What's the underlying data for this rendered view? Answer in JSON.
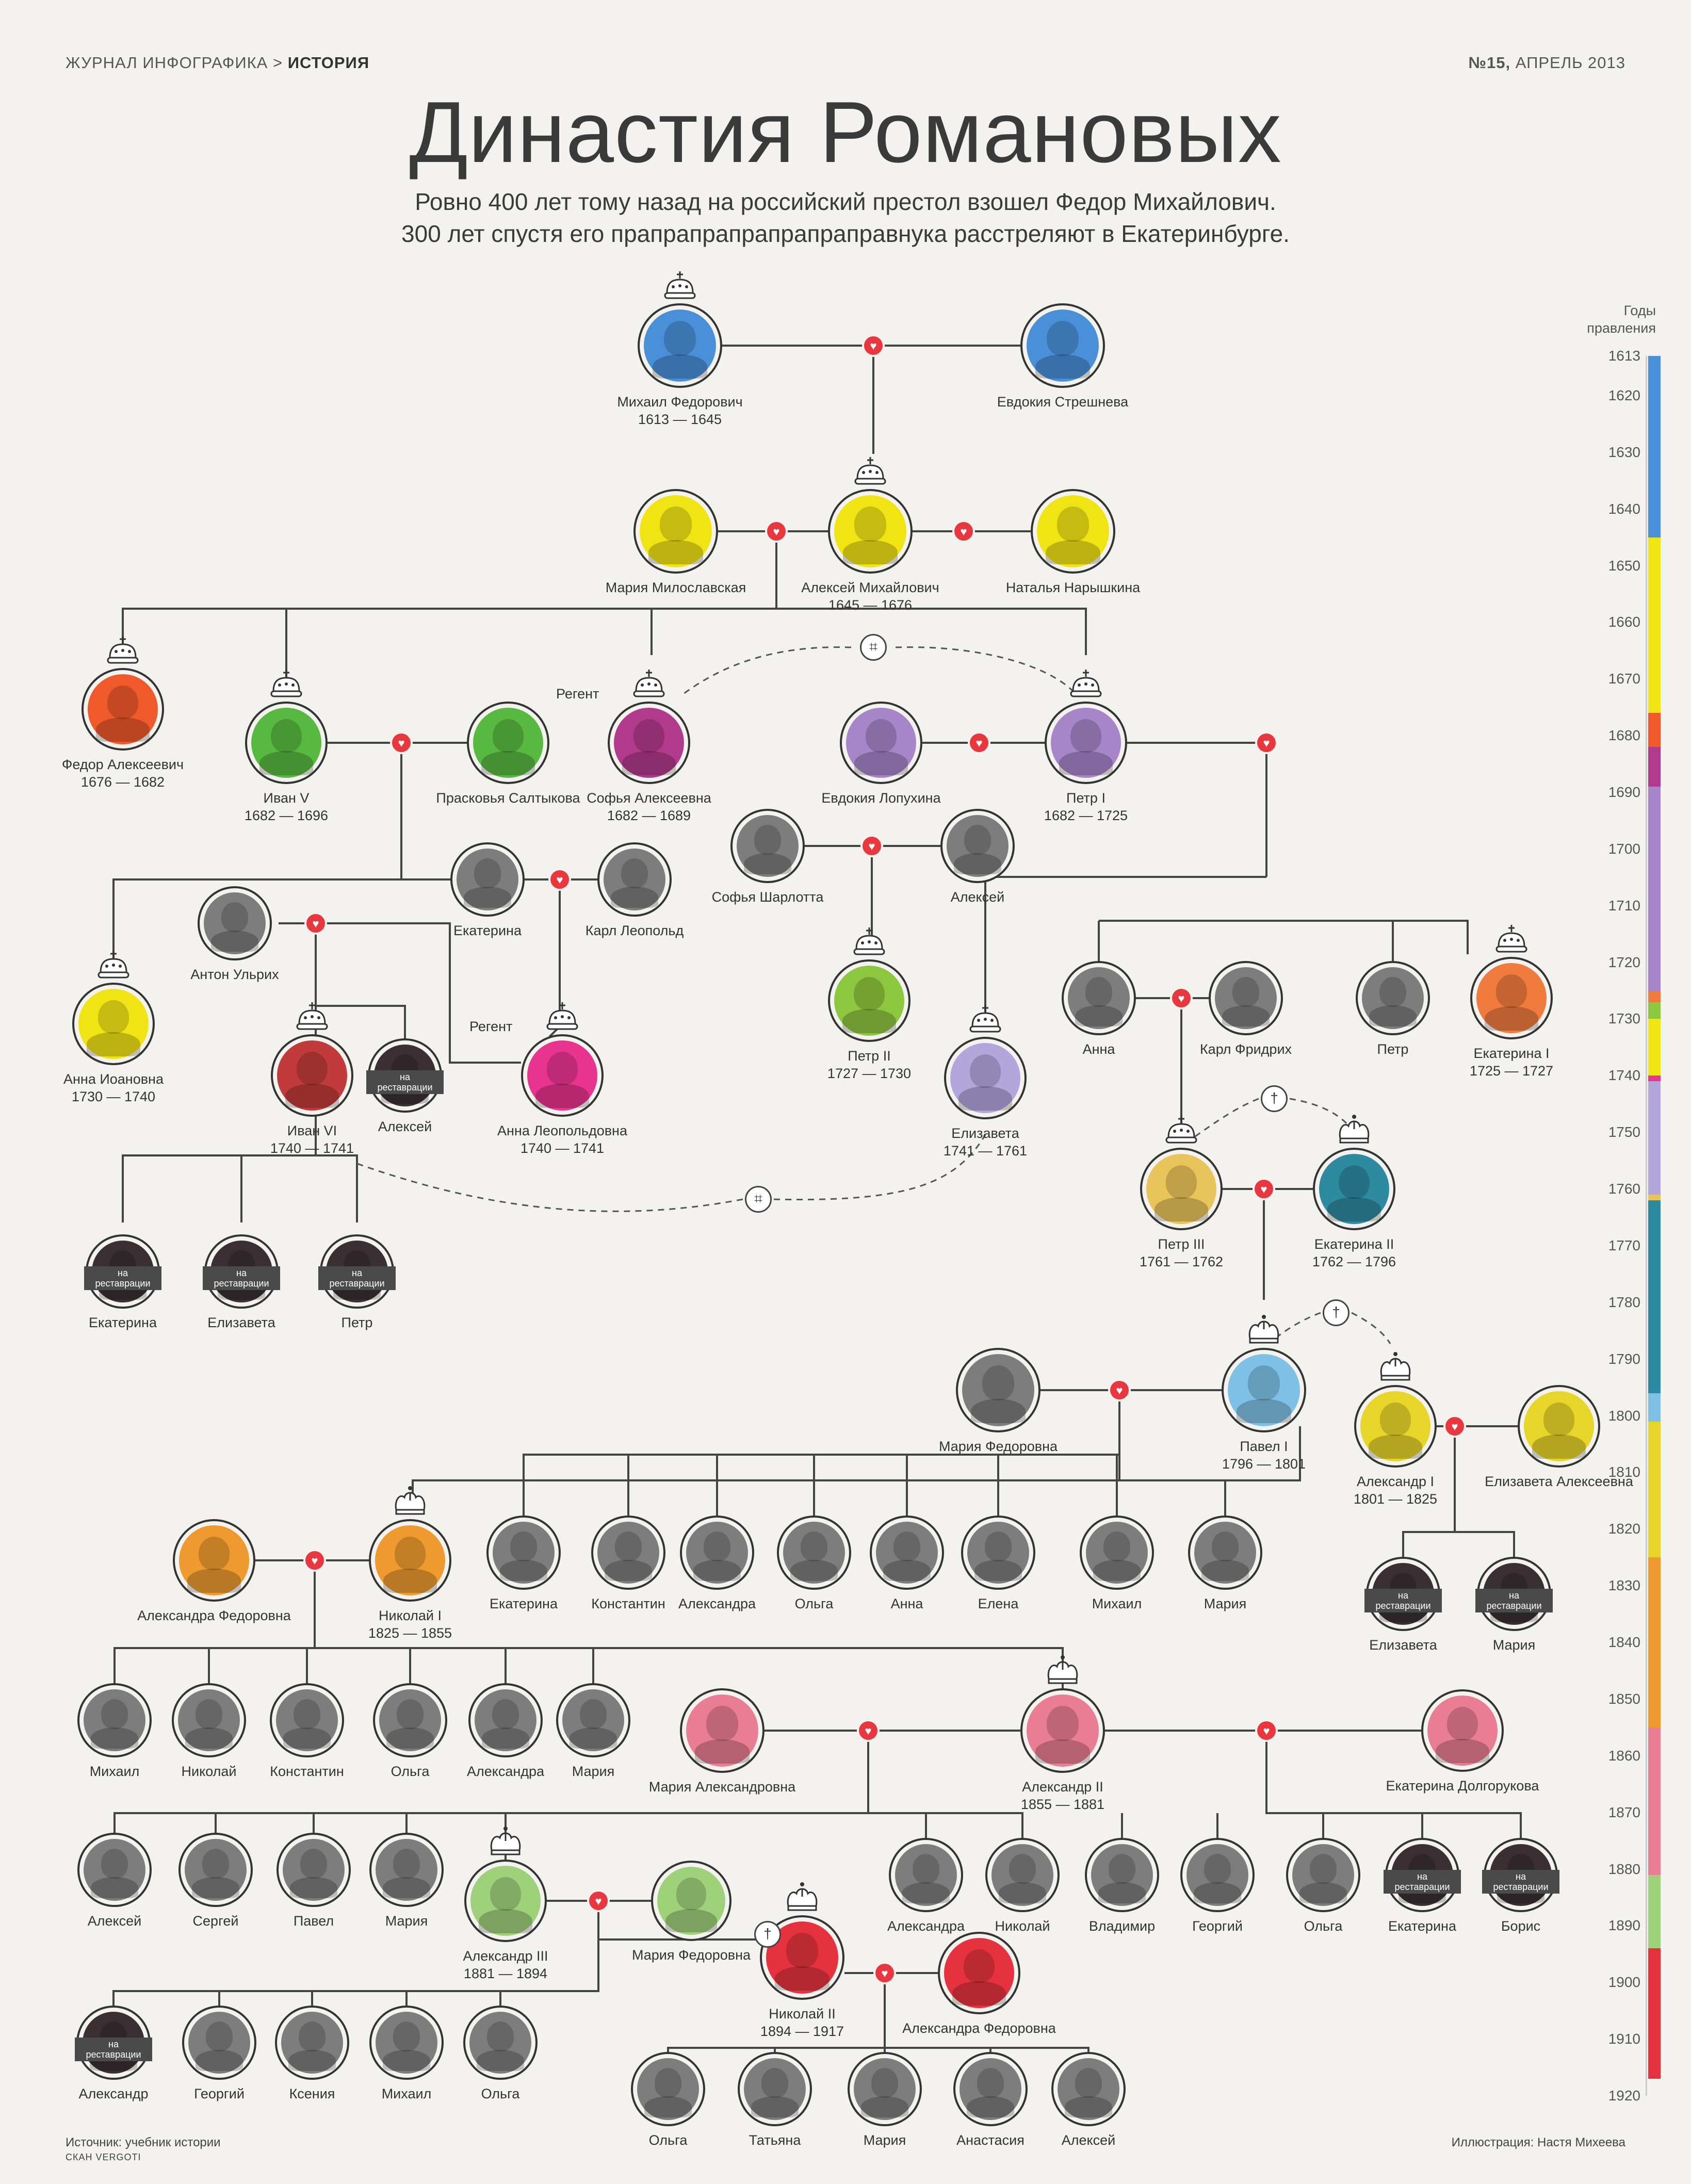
{
  "header": {
    "magazine": "ЖУРНАЛ ИНФОГРАФИКА",
    "separator": " > ",
    "section": "ИСТОРИЯ",
    "issue_num": "№15,",
    "issue_date": " АПРЕЛЬ 2013"
  },
  "title": "Династия Романовых",
  "subtitle": {
    "line1": "Ровно 400 лет тому назад на российский престол взошел Федор Михайлович.",
    "line2": "300 лет спустя его прапрапрапрапрапраправнука расстреляют в Екатеринбурге."
  },
  "labels": {
    "regent": "Регент",
    "restoration_line1": "на",
    "restoration_line2": "реставрации"
  },
  "persons": [
    {
      "name": "Михаил Федорович",
      "years": "1613 — 1645",
      "color": "#4a90d9"
    },
    {
      "name": "Евдокия Стрешнева",
      "color": "#4a90d9"
    },
    {
      "name": "Мария Милославская",
      "color": "#f1e415"
    },
    {
      "name": "Алексей Михайлович",
      "years": "1645 — 1676",
      "color": "#f1e415"
    },
    {
      "name": "Наталья Нарышкина",
      "color": "#f1e415"
    },
    {
      "name": "Федор Алексеевич",
      "years": "1676 — 1682",
      "color": "#f0592b"
    },
    {
      "name": "Иван V",
      "years": "1682 — 1696",
      "color": "#58b940"
    },
    {
      "name": "Прасковья Салтыкова",
      "color": "#58b940"
    },
    {
      "name": "Софья Алексеевна",
      "years": "1682 — 1689",
      "color": "#b23a8c"
    },
    {
      "name": "Евдокия Лопухина",
      "color": "#a685c9"
    },
    {
      "name": "Петр I",
      "years": "1682 — 1725",
      "color": "#a685c9"
    },
    {
      "name": "Софья Шарлотта",
      "color": "#9a9a9a"
    },
    {
      "name": "Алексей",
      "color": "#9a9a9a"
    },
    {
      "name": "Екатерина",
      "color": "#9a9a9a"
    },
    {
      "name": "Карл Леопольд",
      "color": "#9a9a9a"
    },
    {
      "name": "Антон Ульрих",
      "color": "#9a9a9a"
    },
    {
      "name": "Анна Иоановна",
      "years": "1730 — 1740",
      "color": "#f1e415"
    },
    {
      "name": "Иван VI",
      "years": "1740 — 1741",
      "color": "#c23b3b"
    },
    {
      "name": "Алексей",
      "color": "#9a9a9a",
      "restoration": true
    },
    {
      "name": "Анна Леопольдовна",
      "years": "1740 — 1741",
      "color": "#e8348f"
    },
    {
      "name": "Петр II",
      "years": "1727 — 1730",
      "color": "#8dc63f"
    },
    {
      "name": "Елизавета",
      "years": "1741 — 1761",
      "color": "#b3a6dd"
    },
    {
      "name": "Анна",
      "color": "#9a9a9a"
    },
    {
      "name": "Карл Фридрих",
      "color": "#9a9a9a"
    },
    {
      "name": "Петр",
      "color": "#9a9a9a"
    },
    {
      "name": "Екатерина I",
      "years": "1725 — 1727",
      "color": "#f07b3f"
    },
    {
      "name": "Екатерина",
      "color": "#9a9a9a",
      "restoration": true
    },
    {
      "name": "Елизавета",
      "color": "#9a9a9a",
      "restoration": true
    },
    {
      "name": "Петр",
      "color": "#9a9a9a",
      "restoration": true
    },
    {
      "name": "Петр III",
      "years": "1761 — 1762",
      "color": "#e9c45a"
    },
    {
      "name": "Екатерина II",
      "years": "1762 — 1796",
      "color": "#2d8aa0"
    },
    {
      "name": "Мария Федоровна",
      "color": "#9a9a9a"
    },
    {
      "name": "Павел I",
      "years": "1796 — 1801",
      "color": "#7ec0e6"
    },
    {
      "name": "Александр I",
      "years": "1801 — 1825",
      "color": "#e7d52a"
    },
    {
      "name": "Елизавета Алексеевна",
      "color": "#e7d52a"
    },
    {
      "name": "Екатерина",
      "color": "#9a9a9a"
    },
    {
      "name": "Константин",
      "color": "#9a9a9a"
    },
    {
      "name": "Александра",
      "color": "#9a9a9a"
    },
    {
      "name": "Ольга",
      "color": "#9a9a9a"
    },
    {
      "name": "Анна",
      "color": "#9a9a9a"
    },
    {
      "name": "Елена",
      "color": "#9a9a9a"
    },
    {
      "name": "Михаил",
      "color": "#9a9a9a"
    },
    {
      "name": "Мария",
      "color": "#9a9a9a"
    },
    {
      "name": "Елизавета",
      "color": "#9a9a9a",
      "restoration": true
    },
    {
      "name": "Мария",
      "color": "#9a9a9a",
      "restoration": true
    },
    {
      "name": "Александра Федоровна",
      "color": "#ee9a2e"
    },
    {
      "name": "Николай I",
      "years": "1825 — 1855",
      "color": "#ee9a2e"
    },
    {
      "name": "Михаил",
      "color": "#9a9a9a"
    },
    {
      "name": "Николай",
      "color": "#9a9a9a"
    },
    {
      "name": "Константин",
      "color": "#9a9a9a"
    },
    {
      "name": "Ольга",
      "color": "#9a9a9a"
    },
    {
      "name": "Александра",
      "color": "#9a9a9a"
    },
    {
      "name": "Мария",
      "color": "#9a9a9a"
    },
    {
      "name": "Мария Александровна",
      "color": "#e87d93"
    },
    {
      "name": "Александр II",
      "years": "1855 — 1881",
      "color": "#e87d93"
    },
    {
      "name": "Екатерина Долгорукова",
      "color": "#e87d93"
    },
    {
      "name": "Алексей",
      "color": "#9a9a9a"
    },
    {
      "name": "Сергей",
      "color": "#9a9a9a"
    },
    {
      "name": "Павел",
      "color": "#9a9a9a"
    },
    {
      "name": "Мария",
      "color": "#9a9a9a"
    },
    {
      "name": "Александр III",
      "years": "1881 — 1894",
      "color": "#9ed17a"
    },
    {
      "name": "Мария Федоровна",
      "color": "#9ed17a"
    },
    {
      "name": "Александра",
      "color": "#9a9a9a"
    },
    {
      "name": "Николай",
      "color": "#9a9a9a"
    },
    {
      "name": "Владимир",
      "color": "#9a9a9a"
    },
    {
      "name": "Георгий",
      "color": "#9a9a9a"
    },
    {
      "name": "Ольга",
      "color": "#9a9a9a"
    },
    {
      "name": "Екатерина",
      "color": "#9a9a9a",
      "restoration": true
    },
    {
      "name": "Борис",
      "color": "#9a9a9a",
      "restoration": true
    },
    {
      "name": "Николай II",
      "years": "1894 — 1917",
      "color": "#e5323e"
    },
    {
      "name": "Александра Федоровна",
      "color": "#e5323e"
    },
    {
      "name": "Александр",
      "color": "#9a9a9a",
      "restoration": true
    },
    {
      "name": "Георгий",
      "color": "#9a9a9a"
    },
    {
      "name": "Ксения",
      "color": "#9a9a9a"
    },
    {
      "name": "Михаил",
      "color": "#9a9a9a"
    },
    {
      "name": "Ольга",
      "color": "#9a9a9a"
    },
    {
      "name": "Ольга",
      "color": "#9a9a9a"
    },
    {
      "name": "Татьяна",
      "color": "#9a9a9a"
    },
    {
      "name": "Мария",
      "color": "#9a9a9a"
    },
    {
      "name": "Анастасия",
      "color": "#9a9a9a"
    },
    {
      "name": "Алексей",
      "color": "#9a9a9a"
    }
  ],
  "timeline": {
    "title_line1": "Годы",
    "title_line2": "правления",
    "years": [
      "1613",
      "1620",
      "1630",
      "1640",
      "1650",
      "1660",
      "1670",
      "1680",
      "1690",
      "1700",
      "1710",
      "1720",
      "1730",
      "1740",
      "1750",
      "1760",
      "1770",
      "1780",
      "1790",
      "1800",
      "1810",
      "1820",
      "1830",
      "1840",
      "1850",
      "1860",
      "1870",
      "1880",
      "1890",
      "1900",
      "1910",
      "1920"
    ],
    "reigns": [
      {
        "from": 1613,
        "to": 1645,
        "color": "#4a90d9"
      },
      {
        "from": 1645,
        "to": 1676,
        "color": "#f1e415"
      },
      {
        "from": 1676,
        "to": 1682,
        "color": "#f0592b"
      },
      {
        "from": 1682,
        "to": 1689,
        "color": "#b23a8c"
      },
      {
        "from": 1689,
        "to": 1725,
        "color": "#a685c9"
      },
      {
        "from": 1725,
        "to": 1727,
        "color": "#f07b3f"
      },
      {
        "from": 1727,
        "to": 1730,
        "color": "#8dc63f"
      },
      {
        "from": 1730,
        "to": 1740,
        "color": "#f1e415"
      },
      {
        "from": 1740,
        "to": 1741,
        "color": "#e8348f"
      },
      {
        "from": 1741,
        "to": 1761,
        "color": "#b3a6dd"
      },
      {
        "from": 1761,
        "to": 1762,
        "color": "#e9c45a"
      },
      {
        "from": 1762,
        "to": 1796,
        "color": "#2d8aa0"
      },
      {
        "from": 1796,
        "to": 1801,
        "color": "#7ec0e6"
      },
      {
        "from": 1801,
        "to": 1825,
        "color": "#e7d52a"
      },
      {
        "from": 1825,
        "to": 1855,
        "color": "#ee9a2e"
      },
      {
        "from": 1855,
        "to": 1881,
        "color": "#e87d93"
      },
      {
        "from": 1881,
        "to": 1894,
        "color": "#9ed17a"
      },
      {
        "from": 1894,
        "to": 1917,
        "color": "#e5323e"
      }
    ]
  },
  "footer": {
    "source": "Источник: учебник истории",
    "scan": "СКАН VERGOTI",
    "illustration": "Иллюстрация: Настя Михеева"
  }
}
